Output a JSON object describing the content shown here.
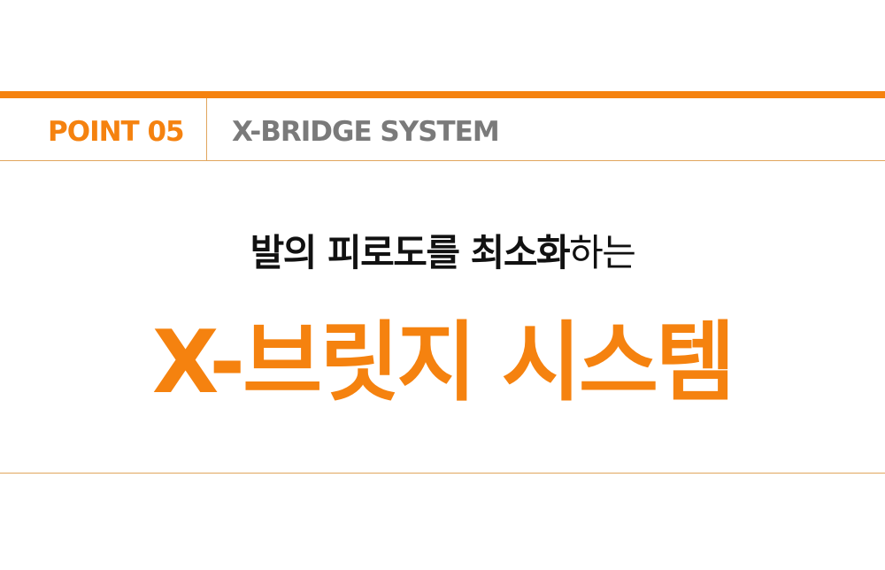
{
  "colors": {
    "accent": "#f5820f",
    "line": "#e1a65e",
    "gray_text": "#7a7a7a",
    "dark_text": "#111111"
  },
  "header": {
    "point_label": "POINT 05",
    "system_label": "X-BRIDGE SYSTEM"
  },
  "main": {
    "subtitle_bold": "발의 피로도를 최소화",
    "subtitle_light": "하는",
    "headline": "X-브릿지 시스템"
  }
}
